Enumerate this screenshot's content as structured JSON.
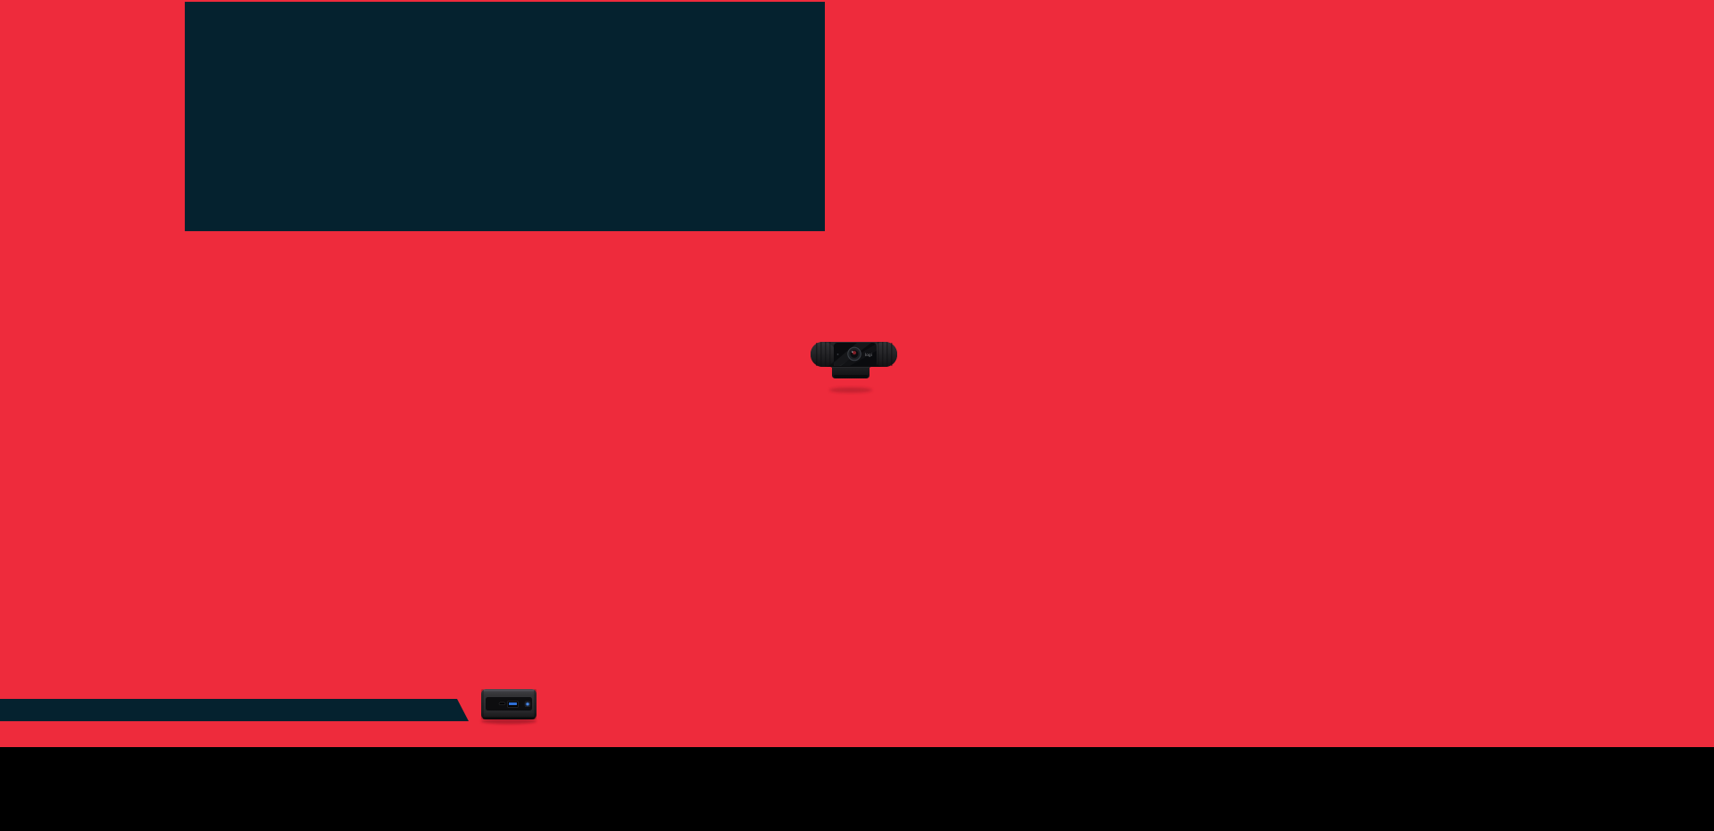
{
  "colors": {
    "background": "#EE2B3C",
    "panel": "#05222F",
    "footer": "#000000",
    "webcam_body": "#17171A",
    "webcam_glass": "#0A0B0E",
    "nuc_body": "#2C2C2F",
    "nuc_front_panel": "#0D0D0F",
    "usb_blue": "#2F6FD6",
    "power_led": "#4A8DF0"
  },
  "products": {
    "webcam": {
      "icon": "webcam-product-photo",
      "logo_text": "logi"
    },
    "mini_pc": {
      "icon": "mini-pc-product-photo"
    }
  }
}
